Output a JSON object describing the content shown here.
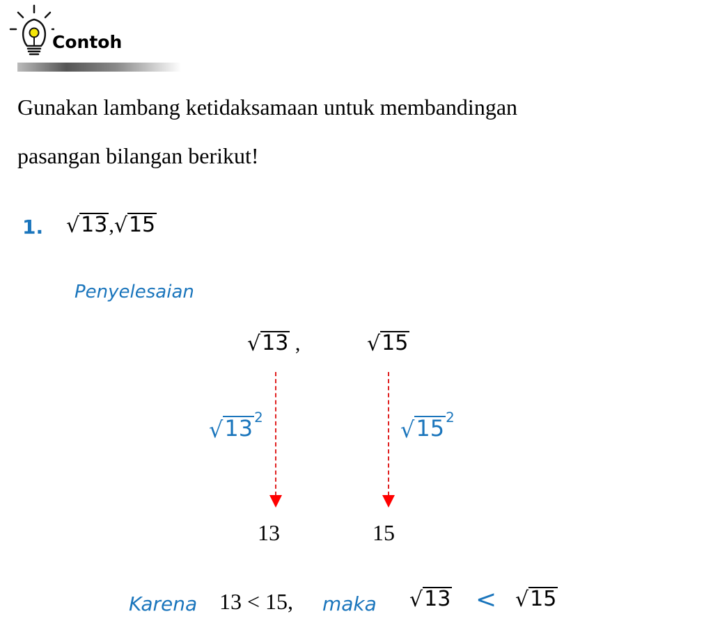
{
  "header": {
    "title": "Contoh",
    "icon": "lightbulb-icon"
  },
  "instruction": {
    "line1": "Gunakan lambang ketidaksamaan untuk membandingan",
    "line2": "pasangan bilangan berikut!"
  },
  "problem": {
    "number": "1.",
    "a": "13",
    "sep": ",",
    "b": "15"
  },
  "solution": {
    "label": "Penyelesaian",
    "top_a": "13",
    "top_sep": ",",
    "top_b": "15",
    "mid_a": "13",
    "mid_b": "15",
    "exponent": "2",
    "result_a": "13",
    "result_b": "15"
  },
  "conclusion": {
    "karena": "Karena",
    "comparison": "13 < 15,",
    "maka": "maka",
    "a": "13",
    "symbol": "<",
    "b": "15"
  },
  "colors": {
    "accent": "#1a75bc",
    "arrow": "#ff0000"
  }
}
